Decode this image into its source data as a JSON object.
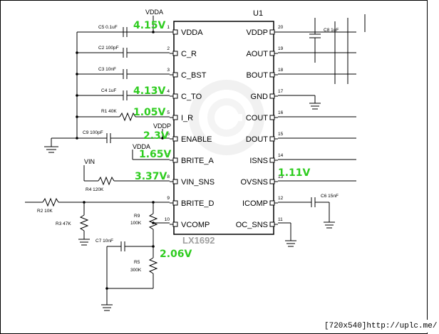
{
  "ic": {
    "ref": "U1",
    "part": "LX1692",
    "left_pins": [
      {
        "num": "1",
        "name": "VDDA"
      },
      {
        "num": "2",
        "name": "C_R"
      },
      {
        "num": "3",
        "name": "C_BST"
      },
      {
        "num": "4",
        "name": "C_TO"
      },
      {
        "num": "5",
        "name": "I_R"
      },
      {
        "num": "6",
        "name": "ENABLE"
      },
      {
        "num": "7",
        "name": "BRITE_A"
      },
      {
        "num": "8",
        "name": "VIN_SNS"
      },
      {
        "num": "9",
        "name": "BRITE_D"
      },
      {
        "num": "10",
        "name": "VCOMP"
      }
    ],
    "right_pins": [
      {
        "num": "20",
        "name": "VDDP"
      },
      {
        "num": "19",
        "name": "AOUT"
      },
      {
        "num": "18",
        "name": "BOUT"
      },
      {
        "num": "17",
        "name": "GND"
      },
      {
        "num": "16",
        "name": "COUT"
      },
      {
        "num": "15",
        "name": "DOUT"
      },
      {
        "num": "14",
        "name": "ISNS"
      },
      {
        "num": "13",
        "name": "OVSNS"
      },
      {
        "num": "12",
        "name": "ICOMP"
      },
      {
        "num": "11",
        "name": "OC_SNS"
      }
    ]
  },
  "components": {
    "c5": "C5 0.1uF",
    "c2": "C2 100pF",
    "c3": "C3 10nF",
    "c4": "C4 1uF",
    "r1": "R1 40K",
    "c9": "C9 100pF",
    "r4": "R4 120K",
    "r2": "R2 10K",
    "r3": "R3 47K",
    "r9_ref": "R9",
    "r9_val": "100K",
    "c7": "C7 10nF",
    "r5_ref": "R5",
    "r5_val": "300K",
    "c8": "C8 1uF",
    "c6": "C6 15nF"
  },
  "nets": {
    "vdda_top": "VDDA",
    "vddp": "VDDP",
    "vdda_mid": "VDDA",
    "vin": "VIN"
  },
  "voltages": {
    "vdda": "4.15V",
    "c_to": "4.13V",
    "i_r": "1.05V",
    "enable": "2.3V",
    "brite_a": "1.65V",
    "vin_sns": "3.37V",
    "ovsns": "1.11V",
    "vcomp": "2.06V"
  },
  "footer": {
    "text": "[720x540]http://uplc.me/"
  }
}
